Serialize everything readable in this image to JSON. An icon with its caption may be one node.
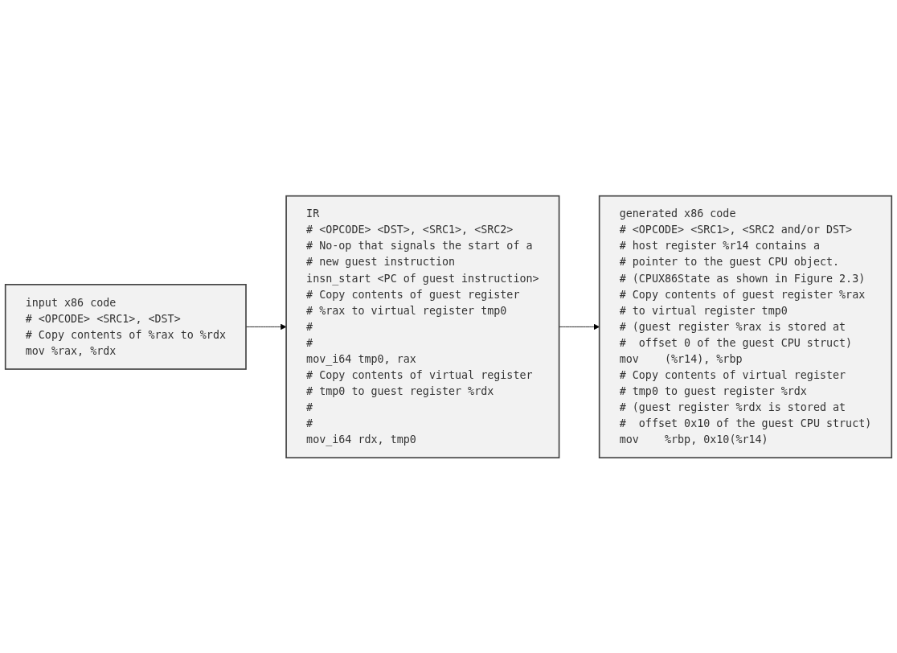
{
  "diagram": {
    "nodes": [
      {
        "text": [
          "input x86 code",
          "# <OPCODE> <SRC1>, <DST>",
          "# Copy contents of %rax to %rdx",
          "mov %rax, %rdx"
        ]
      },
      {
        "text": [
          "IR",
          "# <OPCODE> <DST>, <SRC1>, <SRC2>",
          "# No-op that signals the start of a",
          "# new guest instruction",
          "insn_start <PC of guest instruction>",
          "# Copy contents of guest register",
          "# %rax to virtual register tmp0",
          "#",
          "#",
          "mov_i64 tmp0, rax",
          "# Copy contents of virtual register",
          "# tmp0 to guest register %rdx",
          "#",
          "#",
          "mov_i64 rdx, tmp0"
        ]
      },
      {
        "text": [
          "generated x86 code",
          "# <OPCODE> <SRC1>, <SRC2 and/or DST>",
          "# host register %r14 contains a",
          "# pointer to the guest CPU object.",
          "# (CPUX86State as shown in Figure 2.3)",
          "# Copy contents of guest register %rax",
          "# to virtual register tmp0",
          "# (guest register %rax is stored at",
          "#  offset 0 of the guest CPU struct)",
          "mov    (%r14), %rbp",
          "# Copy contents of virtual register",
          "# tmp0 to guest register %rdx",
          "# (guest register %rdx is stored at",
          "#  offset 0x10 of the guest CPU struct)",
          "mov    %rbp, 0x10(%r14)"
        ]
      }
    ],
    "edges": [
      {
        "from": 0,
        "to": 1,
        "arrow": "to"
      },
      {
        "from": 1,
        "to": 2,
        "arrow": "to"
      }
    ]
  }
}
